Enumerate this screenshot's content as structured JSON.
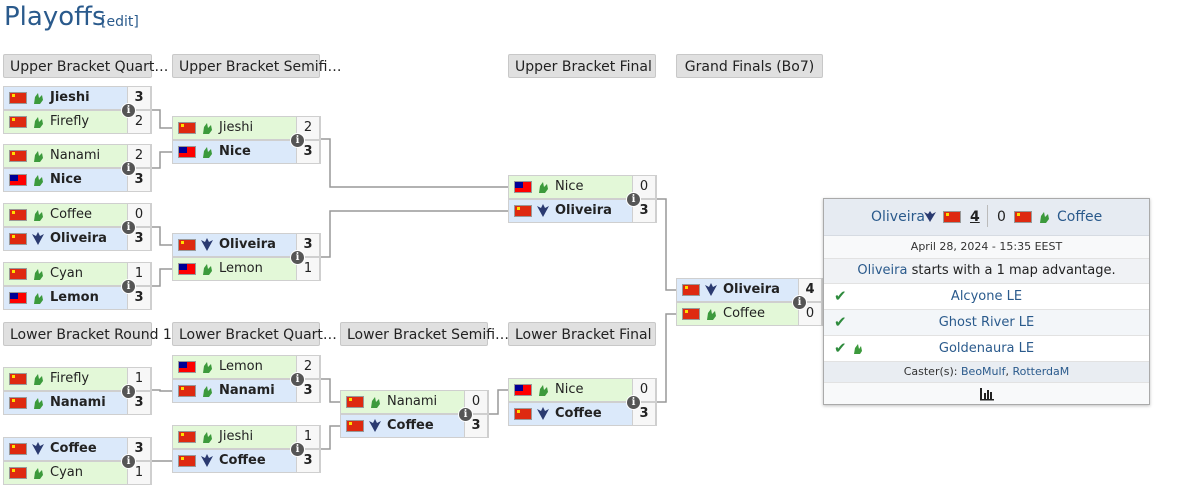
{
  "page": {
    "title": "Playoffs",
    "edit_link": "[edit]"
  },
  "headers": {
    "ubqf": "Upper Bracket Quart…",
    "ubsf": "Upper Bracket Semifi…",
    "ubf": "Upper Bracket Final",
    "gf": "Grand Finals (Bo7)",
    "lbr1": "Lower Bracket Round 1",
    "lbqf": "Lower Bracket Quart…",
    "lbsf": "Lower Bracket Semifi…",
    "lbf": "Lower Bracket Final"
  },
  "matches": {
    "ubqf1": [
      {
        "name": "Jieshi",
        "score": "3",
        "flag": "cn",
        "race": "zerg",
        "win": true
      },
      {
        "name": "Firefly",
        "score": "2",
        "flag": "cn",
        "race": "zerg",
        "win": false
      }
    ],
    "ubqf2": [
      {
        "name": "Nanami",
        "score": "2",
        "flag": "cn",
        "race": "zerg",
        "win": false
      },
      {
        "name": "Nice",
        "score": "3",
        "flag": "tw",
        "race": "zerg",
        "win": true
      }
    ],
    "ubqf3": [
      {
        "name": "Coffee",
        "score": "0",
        "flag": "cn",
        "race": "zerg",
        "win": false
      },
      {
        "name": "Oliveira",
        "score": "3",
        "flag": "cn",
        "race": "terran",
        "win": true
      }
    ],
    "ubqf4": [
      {
        "name": "Cyan",
        "score": "1",
        "flag": "cn",
        "race": "zerg",
        "win": false
      },
      {
        "name": "Lemon",
        "score": "3",
        "flag": "tw",
        "race": "zerg",
        "win": true
      }
    ],
    "ubsf1": [
      {
        "name": "Jieshi",
        "score": "2",
        "flag": "cn",
        "race": "zerg",
        "win": false
      },
      {
        "name": "Nice",
        "score": "3",
        "flag": "tw",
        "race": "zerg",
        "win": true
      }
    ],
    "ubsf2": [
      {
        "name": "Oliveira",
        "score": "3",
        "flag": "cn",
        "race": "terran",
        "win": true
      },
      {
        "name": "Lemon",
        "score": "1",
        "flag": "tw",
        "race": "zerg",
        "win": false
      }
    ],
    "ubf": [
      {
        "name": "Nice",
        "score": "0",
        "flag": "tw",
        "race": "zerg",
        "win": false
      },
      {
        "name": "Oliveira",
        "score": "3",
        "flag": "cn",
        "race": "terran",
        "win": true
      }
    ],
    "gf": [
      {
        "name": "Oliveira",
        "score": "4",
        "flag": "cn",
        "race": "terran",
        "win": true
      },
      {
        "name": "Coffee",
        "score": "0",
        "flag": "cn",
        "race": "zerg",
        "win": false
      }
    ],
    "lbr1a": [
      {
        "name": "Firefly",
        "score": "1",
        "flag": "cn",
        "race": "zerg",
        "win": false
      },
      {
        "name": "Nanami",
        "score": "3",
        "flag": "cn",
        "race": "zerg",
        "win": true
      }
    ],
    "lbr1b": [
      {
        "name": "Coffee",
        "score": "3",
        "flag": "cn",
        "race": "terran",
        "win": true
      },
      {
        "name": "Cyan",
        "score": "1",
        "flag": "cn",
        "race": "zerg",
        "win": false
      }
    ],
    "lbqf1": [
      {
        "name": "Lemon",
        "score": "2",
        "flag": "tw",
        "race": "zerg",
        "win": false
      },
      {
        "name": "Nanami",
        "score": "3",
        "flag": "cn",
        "race": "zerg",
        "win": true
      }
    ],
    "lbqf2": [
      {
        "name": "Jieshi",
        "score": "1",
        "flag": "cn",
        "race": "zerg",
        "win": false
      },
      {
        "name": "Coffee",
        "score": "3",
        "flag": "cn",
        "race": "terran",
        "win": true
      }
    ],
    "lbsf": [
      {
        "name": "Nanami",
        "score": "0",
        "flag": "cn",
        "race": "zerg",
        "win": false
      },
      {
        "name": "Coffee",
        "score": "3",
        "flag": "cn",
        "race": "terran",
        "win": true
      }
    ],
    "lbf": [
      {
        "name": "Nice",
        "score": "0",
        "flag": "tw",
        "race": "zerg",
        "win": false
      },
      {
        "name": "Coffee",
        "score": "3",
        "flag": "cn",
        "race": "terran",
        "win": true
      }
    ]
  },
  "panel": {
    "player1": "Oliveira",
    "score1": "4",
    "score2": "0",
    "player2": "Coffee",
    "date": "April 28, 2024 - 15:35 EEST",
    "advantage_player": "Oliveira",
    "advantage_text": " starts with a 1 map advantage.",
    "maps": [
      "Alcyone LE",
      "Ghost River LE",
      "Goldenaura LE"
    ],
    "caster_label": "Caster(s): ",
    "caster1": "BeoMulf",
    "caster_sep": ", ",
    "caster2": "RotterdaM"
  },
  "colors": {
    "winner_bg": "#dbe9fa",
    "loser_bg": "#e3f8d8",
    "link": "#2a5a8c",
    "check": "#2e8b3d"
  },
  "icons": {
    "info": "info-icon",
    "zerg": "zerg-race-icon",
    "terran": "terran-race-icon",
    "stats": "bar-chart-icon",
    "check": "checkmark-icon"
  }
}
